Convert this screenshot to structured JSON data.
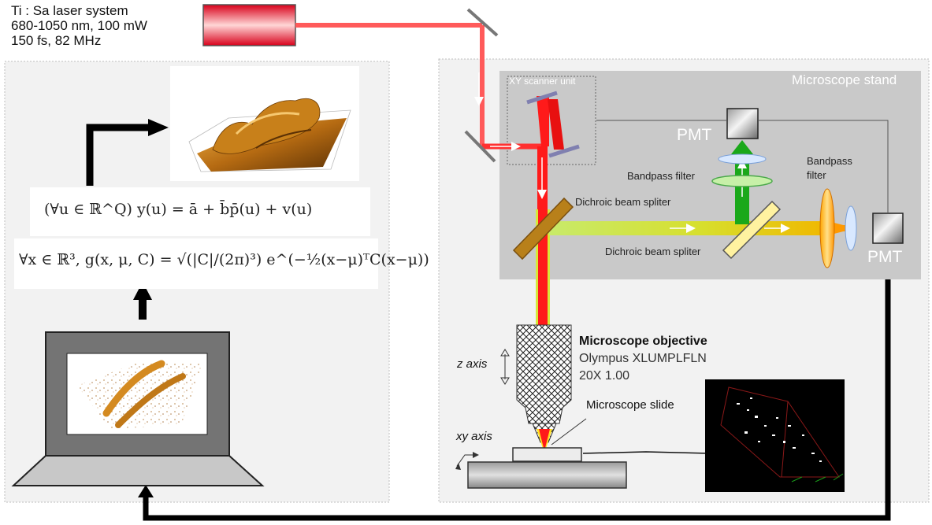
{
  "laser": {
    "line1": "Ti : Sa laser system",
    "line2": "680-1050 nm, 100 mW",
    "line3": "150 fs, 82 MHz"
  },
  "microscope": {
    "stand_label": "Microscope stand",
    "xy_scanner_label": "XY scanner unit",
    "pmt_top_label": "PMT",
    "pmt_right_label": "PMT",
    "bandpass_1_label": "Bandpass filter",
    "bandpass_2_line1": "Bandpass",
    "bandpass_2_line2": "filter",
    "dichroic_1_label": "Dichroic beam spliter",
    "dichroic_2_label": "Dichroic beam spliter",
    "objective_title": "Microscope objective",
    "objective_model": "Olympus XLUMPLFLN",
    "objective_spec": "20X 1.00",
    "slide_label": "Microscope slide",
    "z_axis_label": "z axis",
    "xy_axis_label": "xy axis"
  },
  "formulas": {
    "model": "(∀u ∈ ℝ^Q)   y(u) = ā + b̄p̄(u) + v(u)",
    "gaussian": "∀x ∈ ℝ³, g(x, μ, C) = √(|C|/(2π)³) e^(−½(x−μ)ᵀC(x−μ))"
  },
  "colors": {
    "laser_red": "#ff2a2a",
    "green_emission": "#1aa81a",
    "yellow_emission": "#e8c800",
    "orange_emission": "#ff9900",
    "panel_gray": "#cccccc"
  }
}
